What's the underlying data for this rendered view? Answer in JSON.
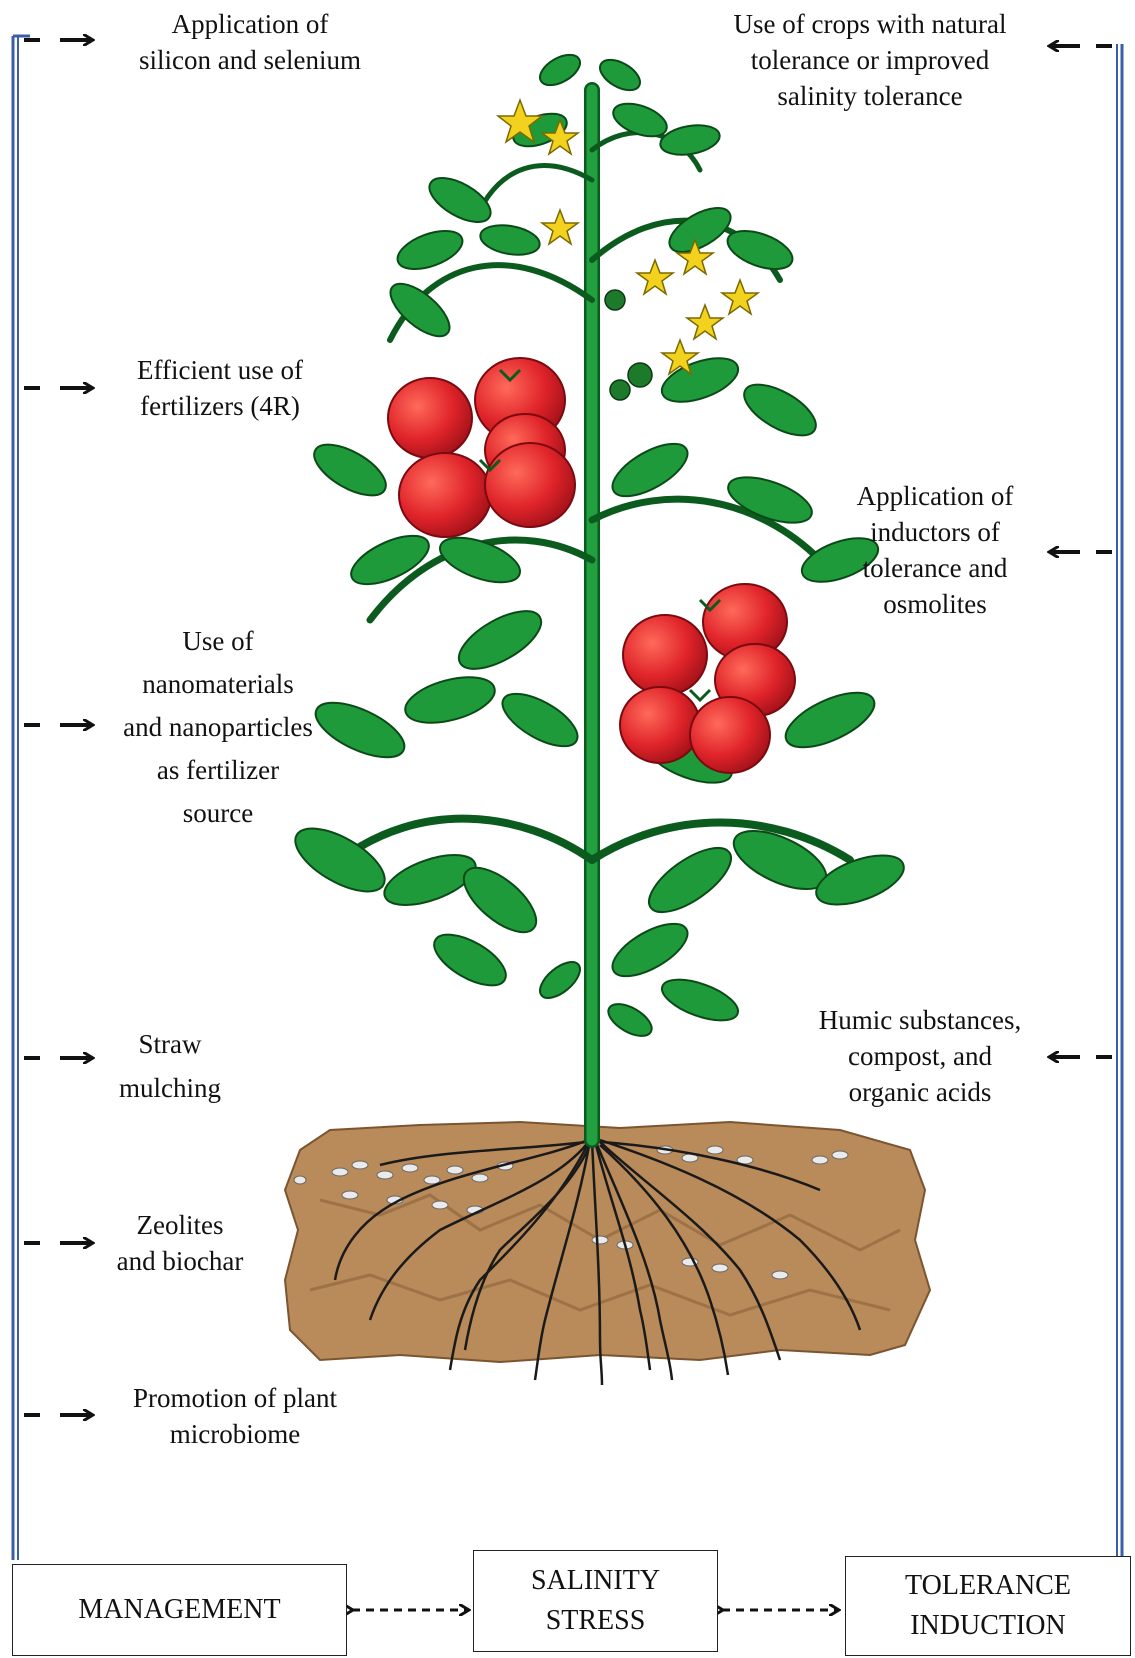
{
  "management_strategies": [
    {
      "text": "Application of\nsilicon and selenium"
    },
    {
      "text": "Efficient use of\nfertilizers (4R)"
    },
    {
      "text": "Use of\nnanomaterials\nand nanoparticles\nas fertilizer\nsource"
    },
    {
      "text": "Straw\nmulching"
    },
    {
      "text": "Zeolites\nand biochar"
    },
    {
      "text": "Promotion of plant\nmicrobiome"
    }
  ],
  "tolerance_strategies": [
    {
      "text": "Use of crops with natural\ntolerance or improved\nsalinity tolerance"
    },
    {
      "text": "Application of\ninductors of\ntolerance and\nosmolites"
    },
    {
      "text": "Humic substances,\ncompost, and\norganic acids"
    }
  ],
  "boxes": {
    "management": "MANAGEMENT",
    "salinity_stress": "SALINITY\nSTRESS",
    "tolerance_induction": "TOLERANCE\nINDUCTION"
  },
  "colors": {
    "bracket_line": "#3a5fa8",
    "leaf": "#1f9a3a",
    "leaf_dark": "#0b5a1e",
    "stem": "#22a040",
    "tomato": "#e0242a",
    "flower": "#f2d21e",
    "soil": "#b98a5a",
    "root": "#1a1a1a"
  }
}
